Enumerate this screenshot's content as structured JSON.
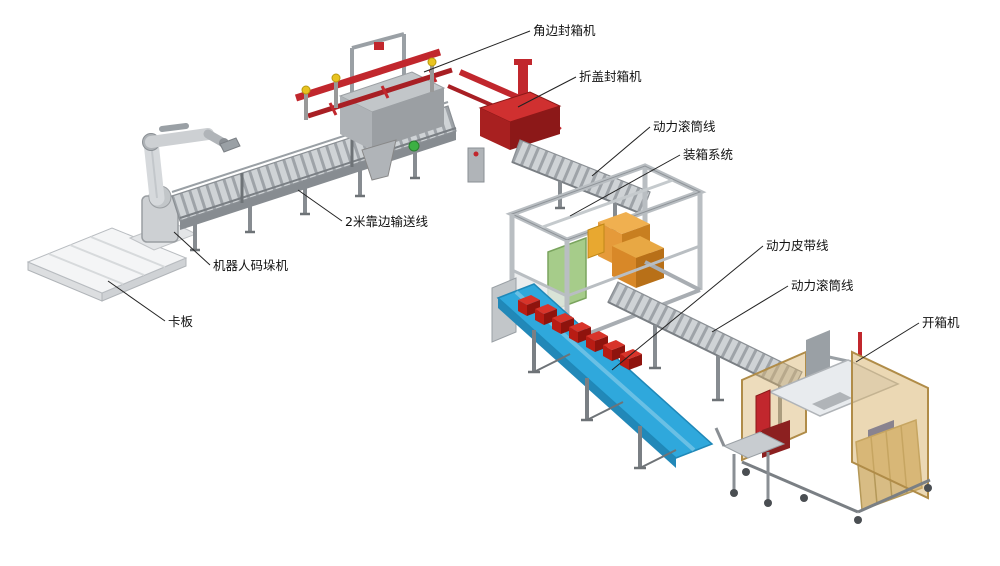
{
  "diagram": {
    "type": "isometric-equipment-layout",
    "background": "#ffffff",
    "labels": [
      {
        "id": "corner-edge-sealer",
        "text": "角边封箱机"
      },
      {
        "id": "flap-fold-sealer",
        "text": "折盖封箱机"
      },
      {
        "id": "power-roller-line-1",
        "text": "动力滚筒线"
      },
      {
        "id": "case-packing-system",
        "text": "装箱系统"
      },
      {
        "id": "power-belt-line",
        "text": "动力皮带线"
      },
      {
        "id": "power-roller-line-2",
        "text": "动力滚筒线"
      },
      {
        "id": "carton-erector",
        "text": "开箱机"
      },
      {
        "id": "edge-conveyor-2m",
        "text": "2米靠边输送线"
      },
      {
        "id": "robot-palletizer",
        "text": "机器人码垛机"
      },
      {
        "id": "pallet",
        "text": "卡板"
      }
    ],
    "colors": {
      "machine_red": "#c1272d",
      "carton_orange": "#e59a3a",
      "belt_blue": "#2fa8dc",
      "panel_green": "#a6cc8a",
      "guard_amber": "#d8b26a",
      "frame_gray": "#b9bec2"
    }
  }
}
